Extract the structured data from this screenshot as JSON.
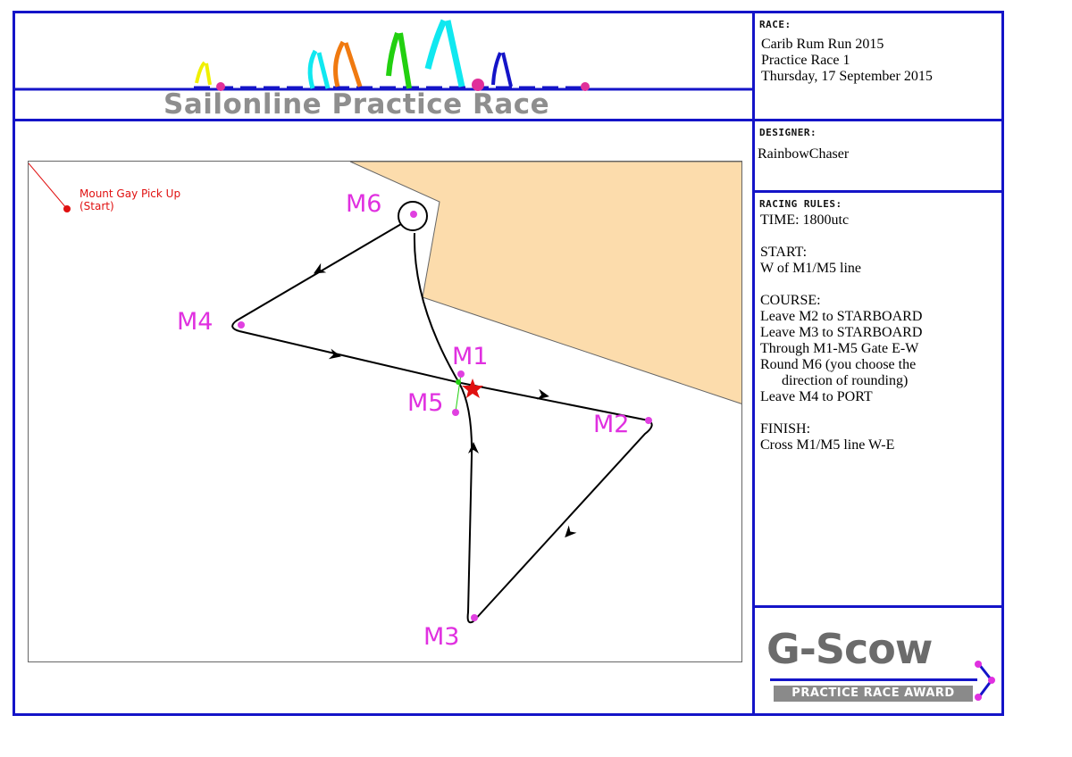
{
  "banner": {
    "title": "Sailonline Practice Race"
  },
  "race": {
    "label": "RACE:",
    "lines": "Carib Rum Run 2015\nPractice Race 1\nThursday, 17 September 2015"
  },
  "designer": {
    "label": "DESIGNER:",
    "name": "RainbowChaser"
  },
  "rules": {
    "label": "RACING RULES:",
    "text": "TIME: 1800utc\n\nSTART:\nW of M1/M5 line\n\nCOURSE:\nLeave M2 to STARBOARD\nLeave M3 to STARBOARD\nThrough M1-M5 Gate E-W\nRound M6 (you choose the\n      direction of rounding)\nLeave M4 to PORT\n\nFINISH:\nCross M1/M5 line W-E"
  },
  "map": {
    "start_label_line1": "Mount Gay Pick Up",
    "start_label_line2": "(Start)",
    "marks": {
      "m1": "M1",
      "m2": "M2",
      "m3": "M3",
      "m4": "M4",
      "m5": "M5",
      "m6": "M6"
    },
    "colors": {
      "land": "#fcdcac",
      "mark": "#e040e0",
      "course": "#000000",
      "start": "#e01010"
    }
  },
  "logo": {
    "title": "G-Scow",
    "subtitle": "PRACTICE RACE AWARD"
  }
}
